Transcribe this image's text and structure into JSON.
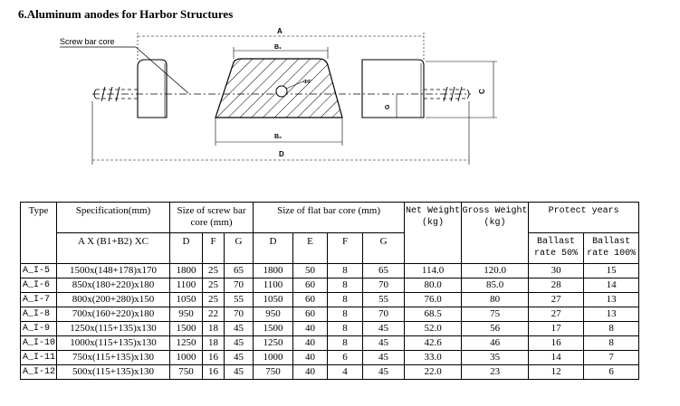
{
  "title": "6.Aluminum anodes for Harbor Structures",
  "drawing": {
    "screw_bar_core": "Screw bar core",
    "dim_A": "A",
    "dim_B1": "B₁",
    "dim_B2": "B₂",
    "dim_D": "D",
    "dim_C": "C",
    "dim_G": "G",
    "dim_phi": "ΦF"
  },
  "table": {
    "headers": {
      "type": "Type",
      "specification": "Specification(mm)",
      "spec_formula": "A X (B1+B2) XC",
      "screw_bar": "Size of screw bar core (mm)",
      "flat_bar": "Size of flat bar core (mm)",
      "net_weight": "Net Weight (kg)",
      "gross_weight": "Gross Weight (kg)",
      "protect_years": "Protect years",
      "ballast_50": "Ballast rate 50%",
      "ballast_100": "Ballast rate 100%",
      "sub": [
        "D",
        "F",
        "G",
        "D",
        "E",
        "F",
        "G"
      ]
    },
    "rows": [
      [
        "A_I-5",
        "1500x(148+178)x170",
        "1800",
        "25",
        "65",
        "1800",
        "50",
        "8",
        "65",
        "114.0",
        "120.0",
        "30",
        "15"
      ],
      [
        "A_I-6",
        "850x(180+220)x180",
        "1100",
        "25",
        "70",
        "1100",
        "60",
        "8",
        "70",
        "80.0",
        "85.0",
        "28",
        "14"
      ],
      [
        "A_I-7",
        "800x(200+280)x150",
        "1050",
        "25",
        "55",
        "1050",
        "60",
        "8",
        "55",
        "76.0",
        "80",
        "27",
        "13"
      ],
      [
        "A_I-8",
        "700x(160+220)x180",
        "950",
        "22",
        "70",
        "950",
        "60",
        "8",
        "70",
        "68.5",
        "75",
        "27",
        "13"
      ],
      [
        "A_I-9",
        "1250x(115+135)x130",
        "1500",
        "18",
        "45",
        "1500",
        "40",
        "8",
        "45",
        "52.0",
        "56",
        "17",
        "8"
      ],
      [
        "A_I-10",
        "1000x(115+135)x130",
        "1250",
        "18",
        "45",
        "1250",
        "40",
        "8",
        "45",
        "42.6",
        "46",
        "16",
        "8"
      ],
      [
        "A_I-11",
        "750x(115+135)x130",
        "1000",
        "16",
        "45",
        "1000",
        "40",
        "6",
        "45",
        "33.0",
        "35",
        "14",
        "7"
      ],
      [
        "A_I-12",
        "500x(115+135)x130",
        "750",
        "16",
        "45",
        "750",
        "40",
        "4",
        "45",
        "22.0",
        "23",
        "12",
        "6"
      ]
    ]
  }
}
